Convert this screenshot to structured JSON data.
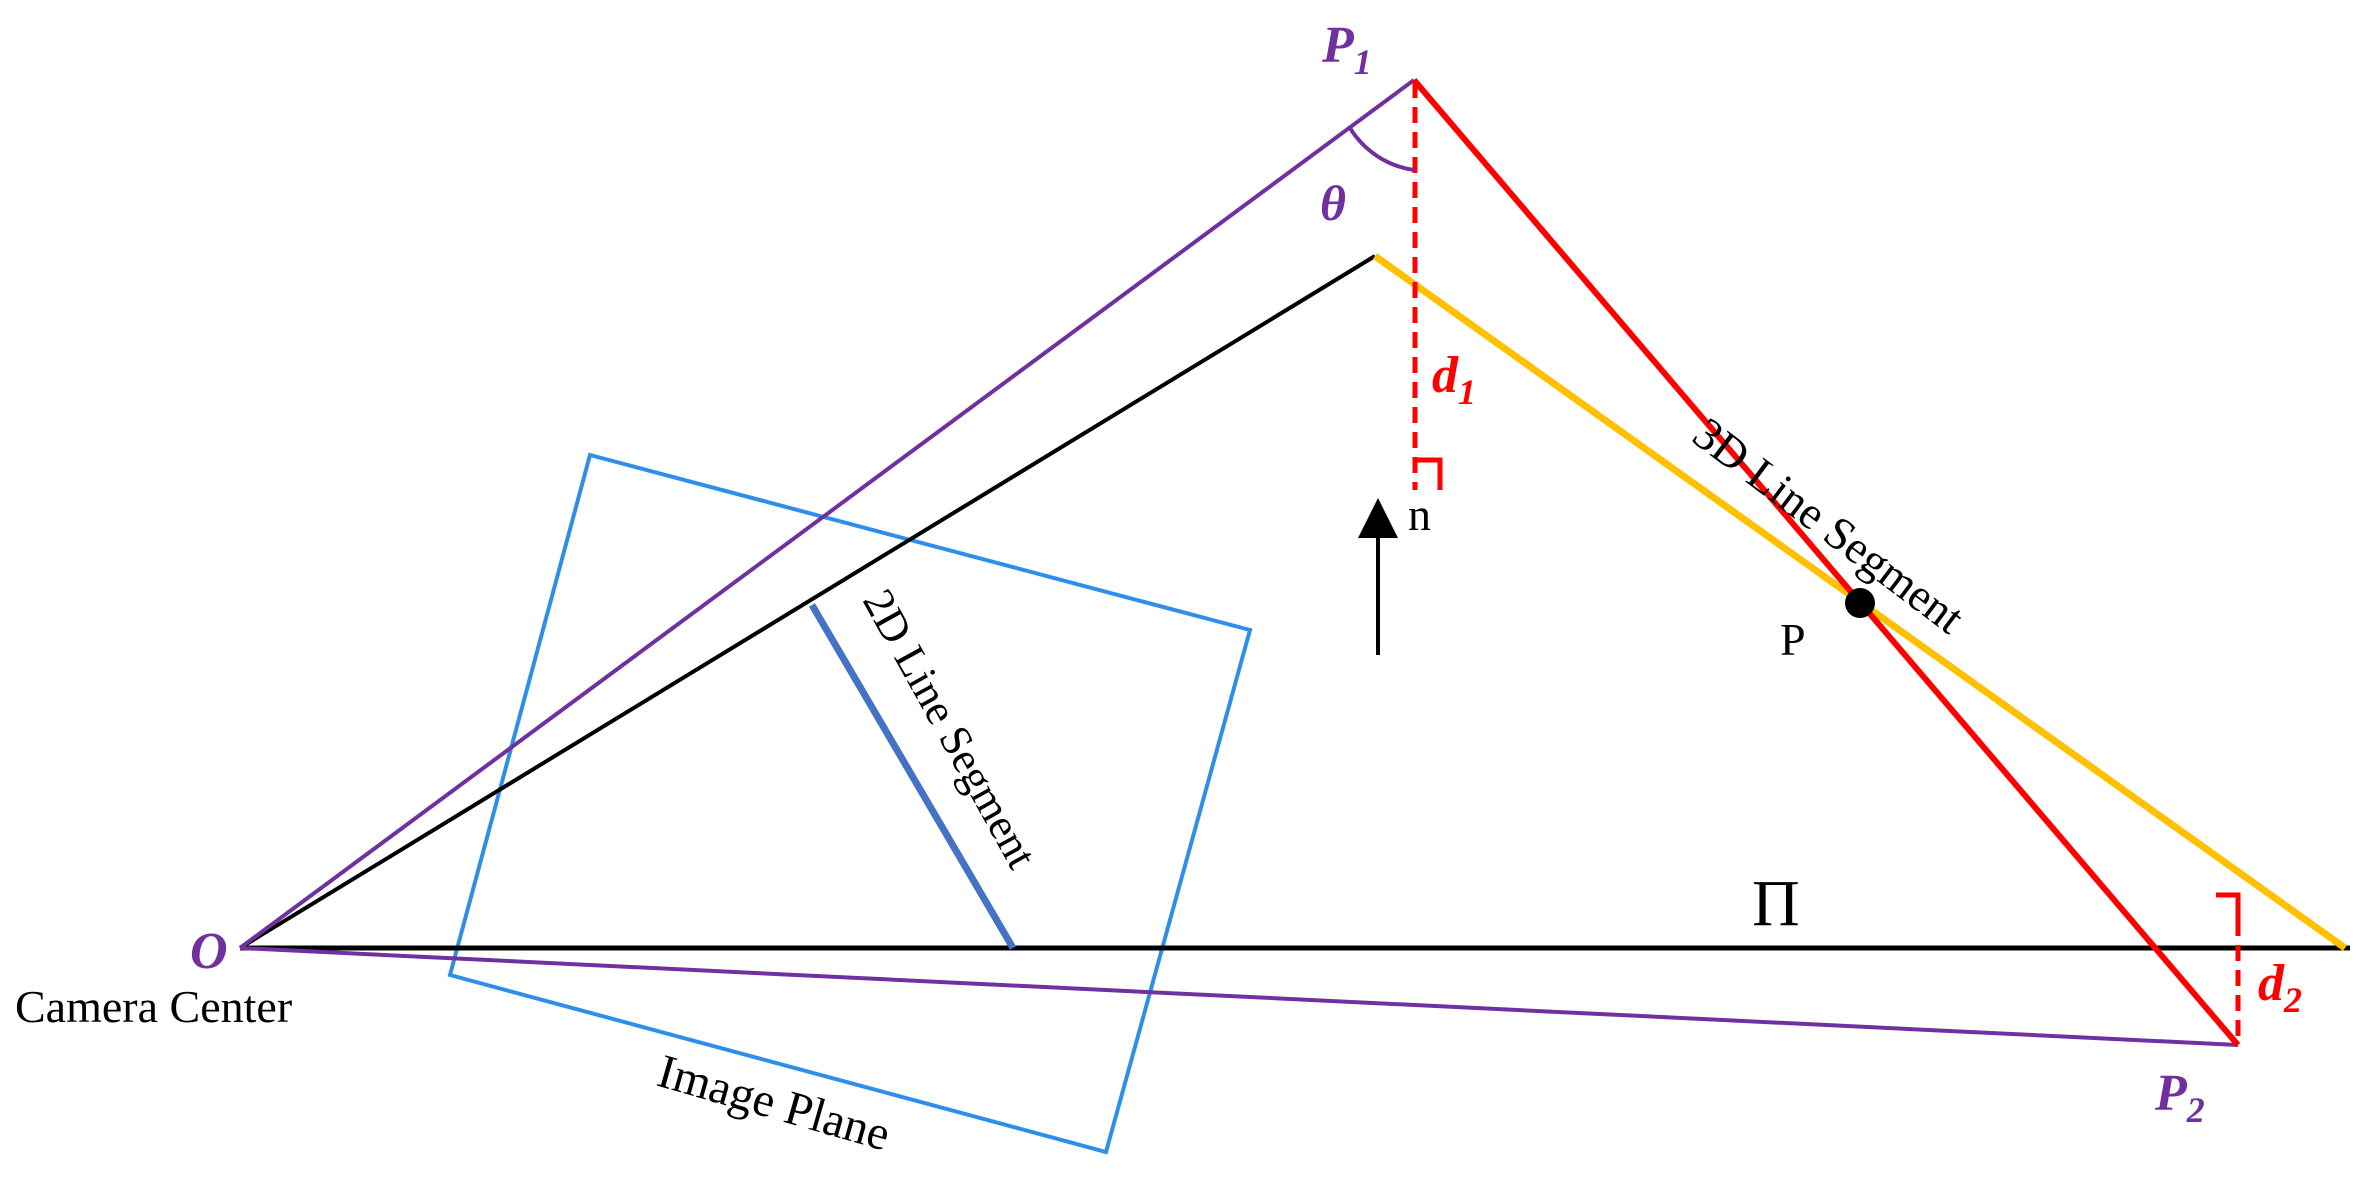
{
  "labels": {
    "camera_center_symbol": "O",
    "camera_center": "Camera Center",
    "image_plane": "Image Plane",
    "segment_2d": "2D Line Segment",
    "segment_3d": "3D Line Segment",
    "plane": "Π",
    "point_p": "P",
    "normal": "n",
    "angle": "θ",
    "p1": {
      "base": "P",
      "sub": "1"
    },
    "p2": {
      "base": "P",
      "sub": "2"
    },
    "d1": {
      "base": "d",
      "sub": "1"
    },
    "d2": {
      "base": "d",
      "sub": "2"
    }
  },
  "colors": {
    "purple": "#7030A0",
    "red": "#FF0000",
    "orange": "#FFC000",
    "blue_frame": "#2E8FE8",
    "blue_segment": "#4472C4",
    "black": "#000000"
  }
}
